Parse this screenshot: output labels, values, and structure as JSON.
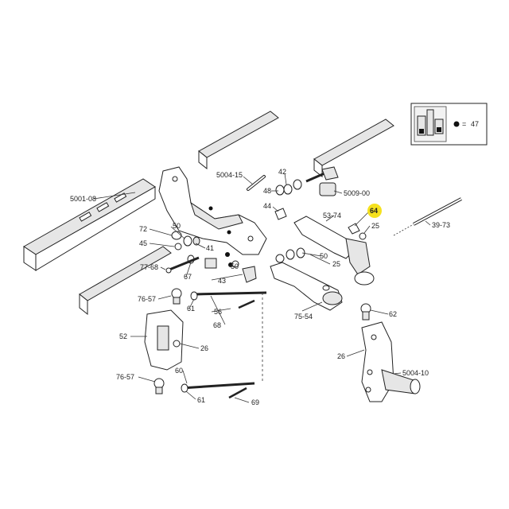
{
  "colors": {
    "highlight": "#f5e11e",
    "stroke": "#222222",
    "frame_fill": "#e6e6e6"
  },
  "legend": {
    "count": "47",
    "equals": "="
  },
  "callouts": {
    "c5001_08": "5001-08",
    "c5004_15": "5004-15",
    "c42": "42",
    "c48": "48",
    "c5009_00": "5009-00",
    "c44": "44",
    "c53_74": "53-74",
    "c64": "64",
    "c25a": "25",
    "c39_73": "39-73",
    "c72": "72",
    "c50a": "50",
    "c45": "45",
    "c41": "41",
    "c77_68": "77-68",
    "c67": "67",
    "c50b": "50",
    "c25b": "25",
    "c43": "43",
    "c50c": "50",
    "c76_57a": "76-57",
    "c61a": "61",
    "c56": "56",
    "c68": "68",
    "c75_54": "75-54",
    "c62": "62",
    "c52": "52",
    "c26a": "26",
    "c26b": "26",
    "c5004_10": "5004-10",
    "c76_57b": "76-57",
    "c60": "60",
    "c61b": "61",
    "c69": "69"
  }
}
